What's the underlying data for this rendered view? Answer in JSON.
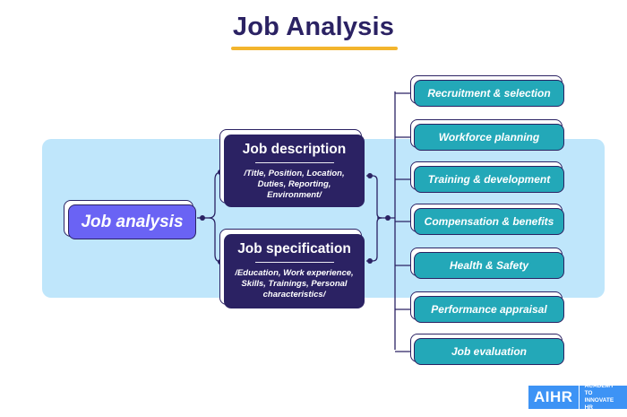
{
  "title": "Job Analysis",
  "root": {
    "label": "Job analysis"
  },
  "branches": [
    {
      "title": "Job description",
      "details": "/Title, Position, Location, Duties, Reporting, Environment/"
    },
    {
      "title": "Job specification",
      "details": "/Education, Work experience, Skills, Trainings, Personal characteristics/"
    }
  ],
  "uses": [
    "Recruitment & selection",
    "Workforce planning",
    "Training & development",
    "Compensation & benefits",
    "Health & Safety",
    "Performance appraisal",
    "Job evaluation"
  ],
  "logo": {
    "mark": "AIHR",
    "tagline_1": "ACADEMY TO",
    "tagline_2": "INNOVATE HR"
  },
  "colors": {
    "navy": "#2b2263",
    "accent_purple": "#6a63f4",
    "teal": "#23a8b8",
    "band": "#bfe6fb",
    "underline": "#f3b52d",
    "logo_blue": "#3d93f5"
  }
}
